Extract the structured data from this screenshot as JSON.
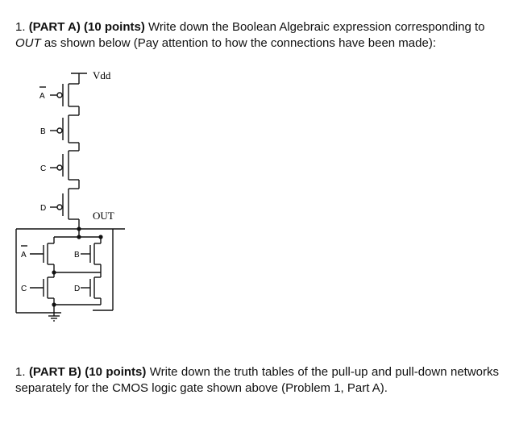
{
  "part_a": {
    "num": "1.",
    "heading": "(PART A) (10 points)",
    "text1": "Write down the Boolean Algebraic expression corresponding to",
    "out_italic": "OUT",
    "text2": "as shown below (Pay attention to how the connections have been made):"
  },
  "circuit": {
    "vdd": "Vdd",
    "out": "OUT",
    "pmos_inputs": [
      "A",
      "B",
      "C",
      "D"
    ],
    "nmos_inputs": [
      "A",
      "B",
      "C",
      "D"
    ],
    "inverted_inputs": [
      "A"
    ]
  },
  "part_b": {
    "num": "1.",
    "heading": "(PART B) (10 points)",
    "text": "Write down the truth tables of the pull-up and pull-down networks separately for the CMOS logic gate shown above (Problem 1, Part A)."
  }
}
